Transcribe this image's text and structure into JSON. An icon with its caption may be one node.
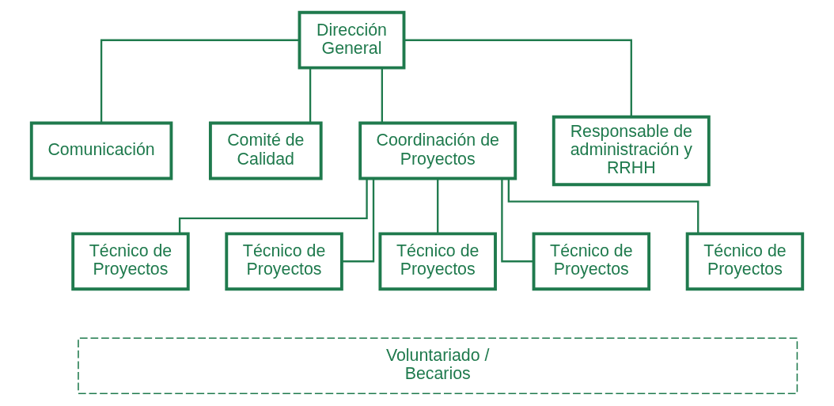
{
  "diagram": {
    "nodes": [
      {
        "text": [
          "Dirección General"
        ]
      },
      {
        "text": [
          "Comunicación"
        ]
      },
      {
        "text": [
          "Comité de Calidad"
        ]
      },
      {
        "text": [
          "Coordinación de Proyectos"
        ]
      },
      {
        "text": [
          "Responsable de administración y RRHH"
        ]
      },
      {
        "text": [
          "Técnico de Proyectos"
        ]
      },
      {
        "text": [
          "Técnico de Proyectos"
        ]
      },
      {
        "text": [
          "Técnico de Proyectos"
        ]
      },
      {
        "text": [
          "Técnico de Proyectos"
        ]
      },
      {
        "text": [
          "Técnico de Proyectos"
        ]
      },
      {
        "text": [
          "Voluntariado / Becarios"
        ]
      }
    ],
    "edges": [
      {
        "from": 0,
        "to": 1,
        "arrow": "none"
      },
      {
        "from": 0,
        "to": 2,
        "arrow": "none"
      },
      {
        "from": 0,
        "to": 3,
        "arrow": "none"
      },
      {
        "from": 0,
        "to": 4,
        "arrow": "none"
      },
      {
        "from": 3,
        "to": 5,
        "arrow": "none"
      },
      {
        "from": 3,
        "to": 6,
        "arrow": "none"
      },
      {
        "from": 3,
        "to": 7,
        "arrow": "none"
      },
      {
        "from": 3,
        "to": 8,
        "arrow": "none"
      },
      {
        "from": 3,
        "to": 9,
        "arrow": "none"
      }
    ]
  }
}
